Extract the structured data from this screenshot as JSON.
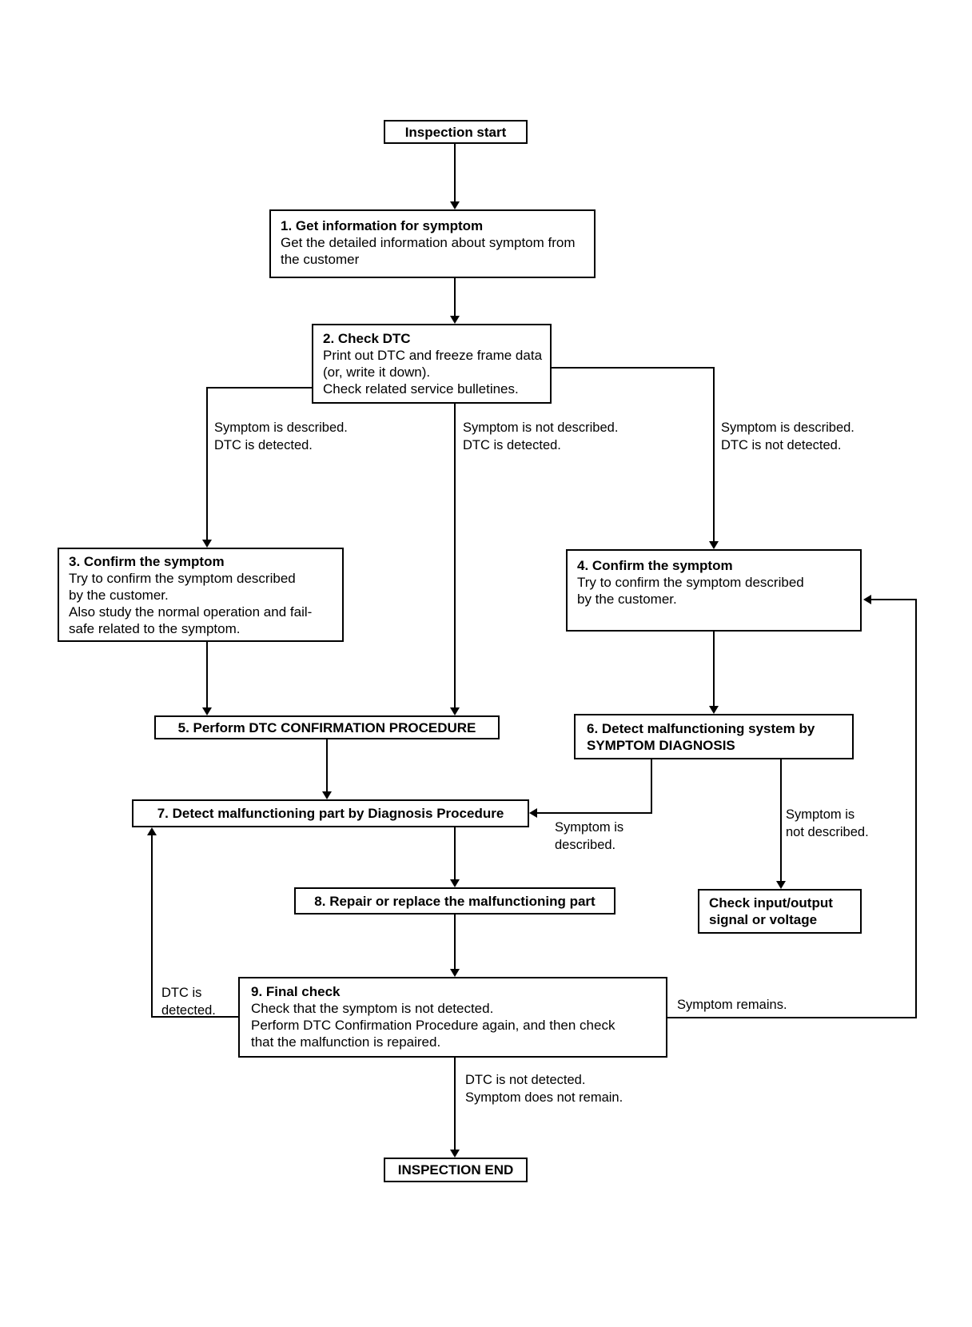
{
  "colors": {
    "line": "#000000",
    "background": "#ffffff",
    "text": "#000000"
  },
  "start": {
    "label": "Inspection start"
  },
  "end": {
    "label": "INSPECTION END"
  },
  "steps": {
    "s1": {
      "title": "1. Get information for symptom",
      "body": "Get the detailed information about symptom from\nthe customer"
    },
    "s2": {
      "title": "2. Check DTC",
      "body": "Print out DTC and freeze frame data\n(or, write it down).\nCheck related service bulletines."
    },
    "s3": {
      "title": "3. Confirm the symptom",
      "body": "Try to confirm the symptom described\nby the customer.\nAlso study the normal operation and fail-\nsafe related to the symptom."
    },
    "s4": {
      "title": "4. Confirm the symptom",
      "body": "Try to confirm the symptom described\nby the customer."
    },
    "s5": {
      "title": "5. Perform DTC CONFIRMATION PROCEDURE"
    },
    "s6": {
      "title": "6. Detect malfunctioning system by\nSYMPTOM DIAGNOSIS"
    },
    "s7": {
      "title": "7. Detect malfunctioning part by Diagnosis Procedure"
    },
    "s8": {
      "title": "8. Repair or replace the malfunctioning part"
    },
    "s9": {
      "title": "9. Final check",
      "body": "Check that the symptom is not detected.\nPerform DTC Confirmation Procedure again, and then check\nthat the malfunction is repaired."
    },
    "check_io": {
      "title": "Check input/output\nsignal or voltage"
    }
  },
  "labels": {
    "branch_left": "Symptom is described.\nDTC is detected.",
    "branch_mid": "Symptom is not described.\nDTC is detected.",
    "branch_right": "Symptom is described.\nDTC is not detected.",
    "symptom_described": "Symptom is\ndescribed.",
    "symptom_not_described": "Symptom is\nnot described.",
    "dtc_detected": "DTC is\ndetected.",
    "symptom_remains": "Symptom remains.",
    "dtc_not_detected": "DTC is not detected.\nSymptom does not remain."
  }
}
